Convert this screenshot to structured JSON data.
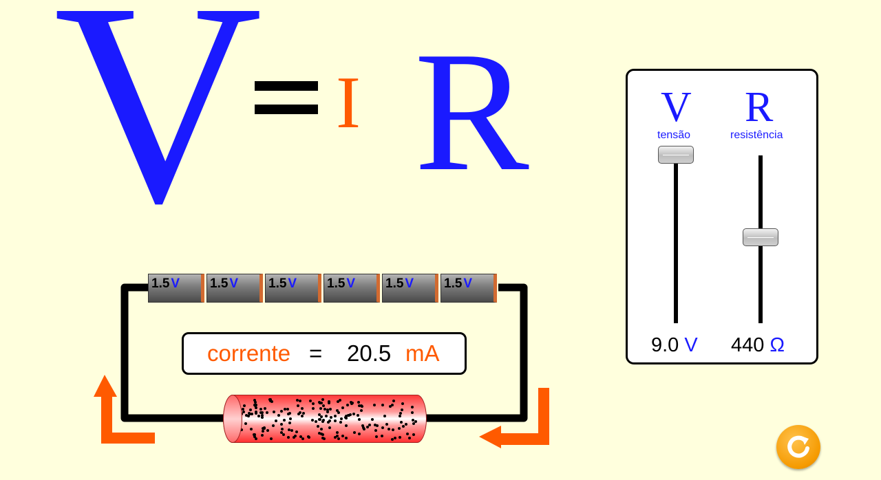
{
  "equation": {
    "v": "V",
    "equals": "=",
    "i": "I",
    "r": "R"
  },
  "controls": {
    "voltage": {
      "symbol": "V",
      "label": "tensão",
      "value": "9.0",
      "unit": "V",
      "level": 1.0
    },
    "resistance": {
      "symbol": "R",
      "label": "resistência",
      "value": "440",
      "unit": "Ω",
      "level": 0.45
    }
  },
  "batteries": [
    {
      "value": "1.5",
      "unit": "V"
    },
    {
      "value": "1.5",
      "unit": "V"
    },
    {
      "value": "1.5",
      "unit": "V"
    },
    {
      "value": "1.5",
      "unit": "V"
    },
    {
      "value": "1.5",
      "unit": "V"
    },
    {
      "value": "1.5",
      "unit": "V"
    }
  ],
  "current": {
    "label": "corrente",
    "equals": "=",
    "value": "20.5",
    "unit": "mA"
  },
  "colors": {
    "background": "#ffffdd",
    "blue": "#1a1aff",
    "orange": "#ff5a00"
  },
  "icons": {
    "reset": "reset-icon",
    "current_direction": "arrow-icon"
  }
}
